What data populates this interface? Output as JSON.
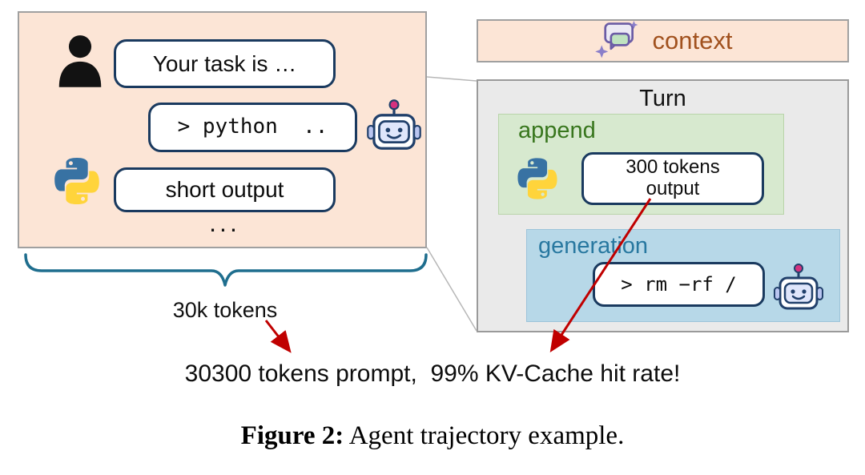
{
  "left_panel": {
    "task_bubble": "Your task is …",
    "command_bubble": "> python  ..",
    "output_bubble": "short output",
    "ellipsis": "...",
    "brace_label": "30k tokens"
  },
  "context_bar": {
    "label": "context"
  },
  "turn_panel": {
    "title": "Turn",
    "append": {
      "label": "append",
      "bubble_line1": "300 tokens",
      "bubble_line2": "output"
    },
    "generation": {
      "label": "generation",
      "bubble": "> rm −rf /"
    }
  },
  "annotation": "30300 tokens prompt,  99% KV-Cache hit rate!",
  "caption": {
    "prefix": "Figure 2:",
    "text": " Agent trajectory example."
  },
  "icons": {
    "user": "user-icon",
    "robot": "robot-icon",
    "python": "python-icon",
    "context": "context-icon"
  },
  "colors": {
    "panel_peach": "#fce5d6",
    "panel_gray": "#eaeaea",
    "append_green_bg": "#d7e9cf",
    "generation_blue_bg": "#b7d8e8",
    "bubble_border": "#1a3a5f",
    "context_text": "#a1511e",
    "append_text": "#38761d",
    "generation_text": "#2878a0",
    "brace": "#1f6e8e",
    "arrow_red": "#c00000"
  }
}
